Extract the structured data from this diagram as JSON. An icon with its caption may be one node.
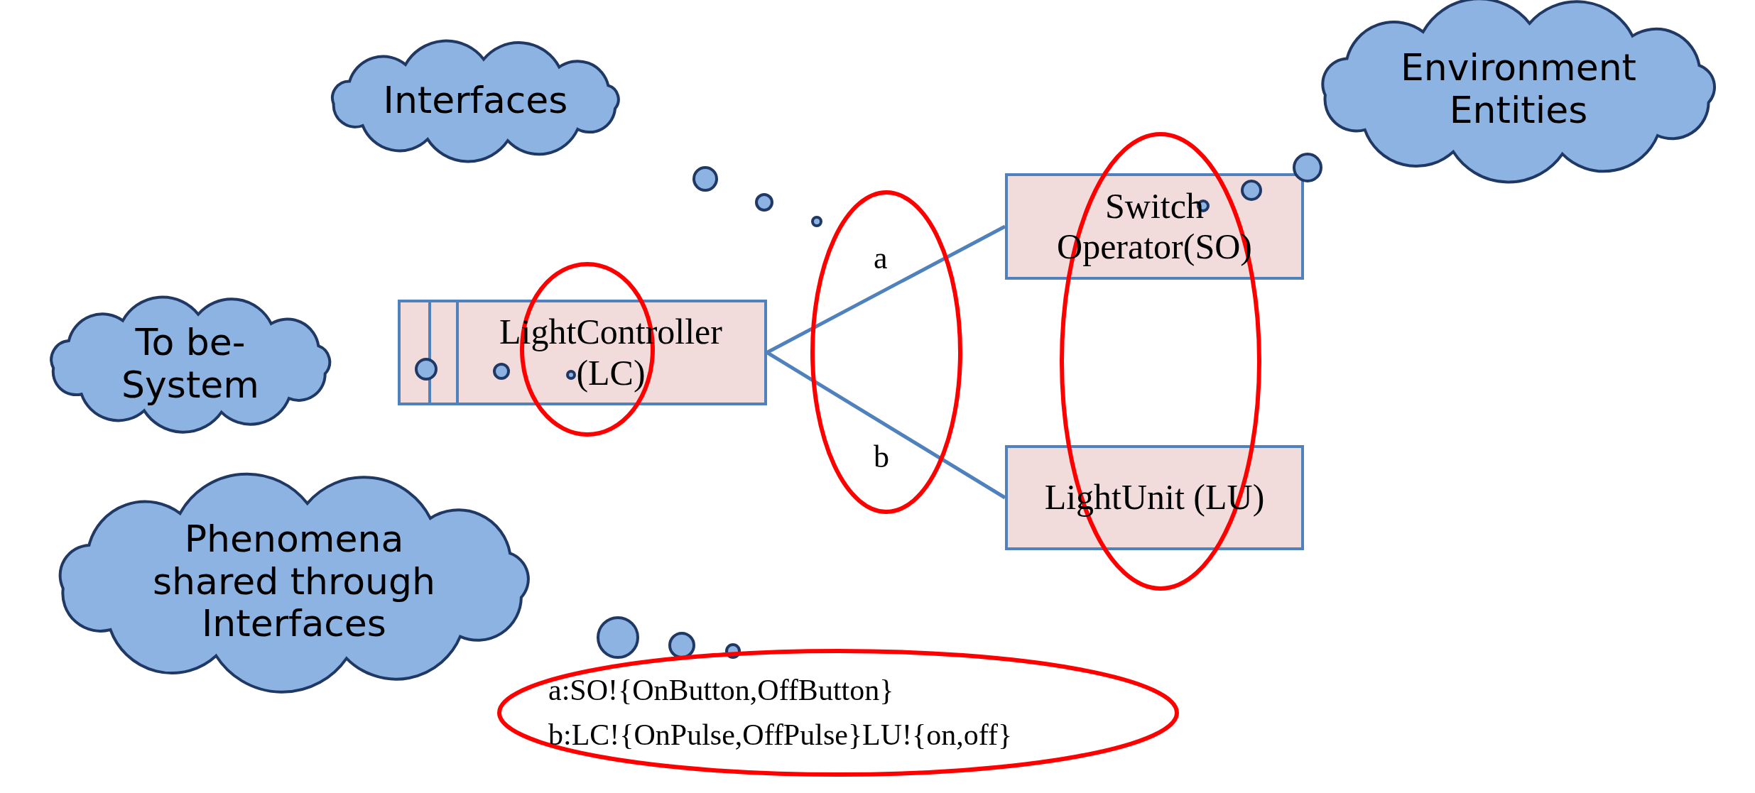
{
  "diagram": {
    "nodes": [
      {
        "text": [
          "Interfaces"
        ]
      },
      {
        "text": [
          "Environment Entities"
        ]
      },
      {
        "text": [
          "To be-System"
        ]
      },
      {
        "text": [
          "Phenomena shared through Interfaces"
        ]
      },
      {
        "text": [
          "LightController (LC)"
        ]
      },
      {
        "text": [
          "Switch Operator(SO)"
        ]
      },
      {
        "text": [
          "LightUnit (LU)"
        ]
      },
      {
        "text": [
          "a:SO!{OnButton,OffButton}",
          "b:LC!{OnPulse,OffPulse}LU!{on,off}"
        ]
      }
    ],
    "edges": [
      {
        "from": 4,
        "to": 5,
        "arrow": "none",
        "label": "a"
      },
      {
        "from": 4,
        "to": 6,
        "arrow": "none",
        "label": "b"
      }
    ]
  }
}
